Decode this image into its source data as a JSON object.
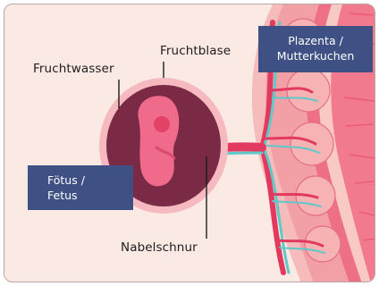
{
  "labels": {
    "fruchtblase": "Fruchtblase",
    "fruchtwasser": "Fruchtwasser",
    "nabelschnur": "Nabelschnur"
  },
  "badges": {
    "plazenta": {
      "line1": "Plazenta /",
      "line2": "Mutterkuchen"
    },
    "foetus": {
      "line1": "Fötus /",
      "line2": "Fetus"
    }
  },
  "colors": {
    "background": "#fbe9e3",
    "badge": "#3f5184",
    "amniotic_sac": "#7a2a45",
    "fetus": "#f06a8c",
    "cord_and_vessels": "#e23a5f",
    "vein": "#5fc8c8",
    "placenta": "#f2a9a9",
    "uterine_wall": "#ee5c78"
  }
}
